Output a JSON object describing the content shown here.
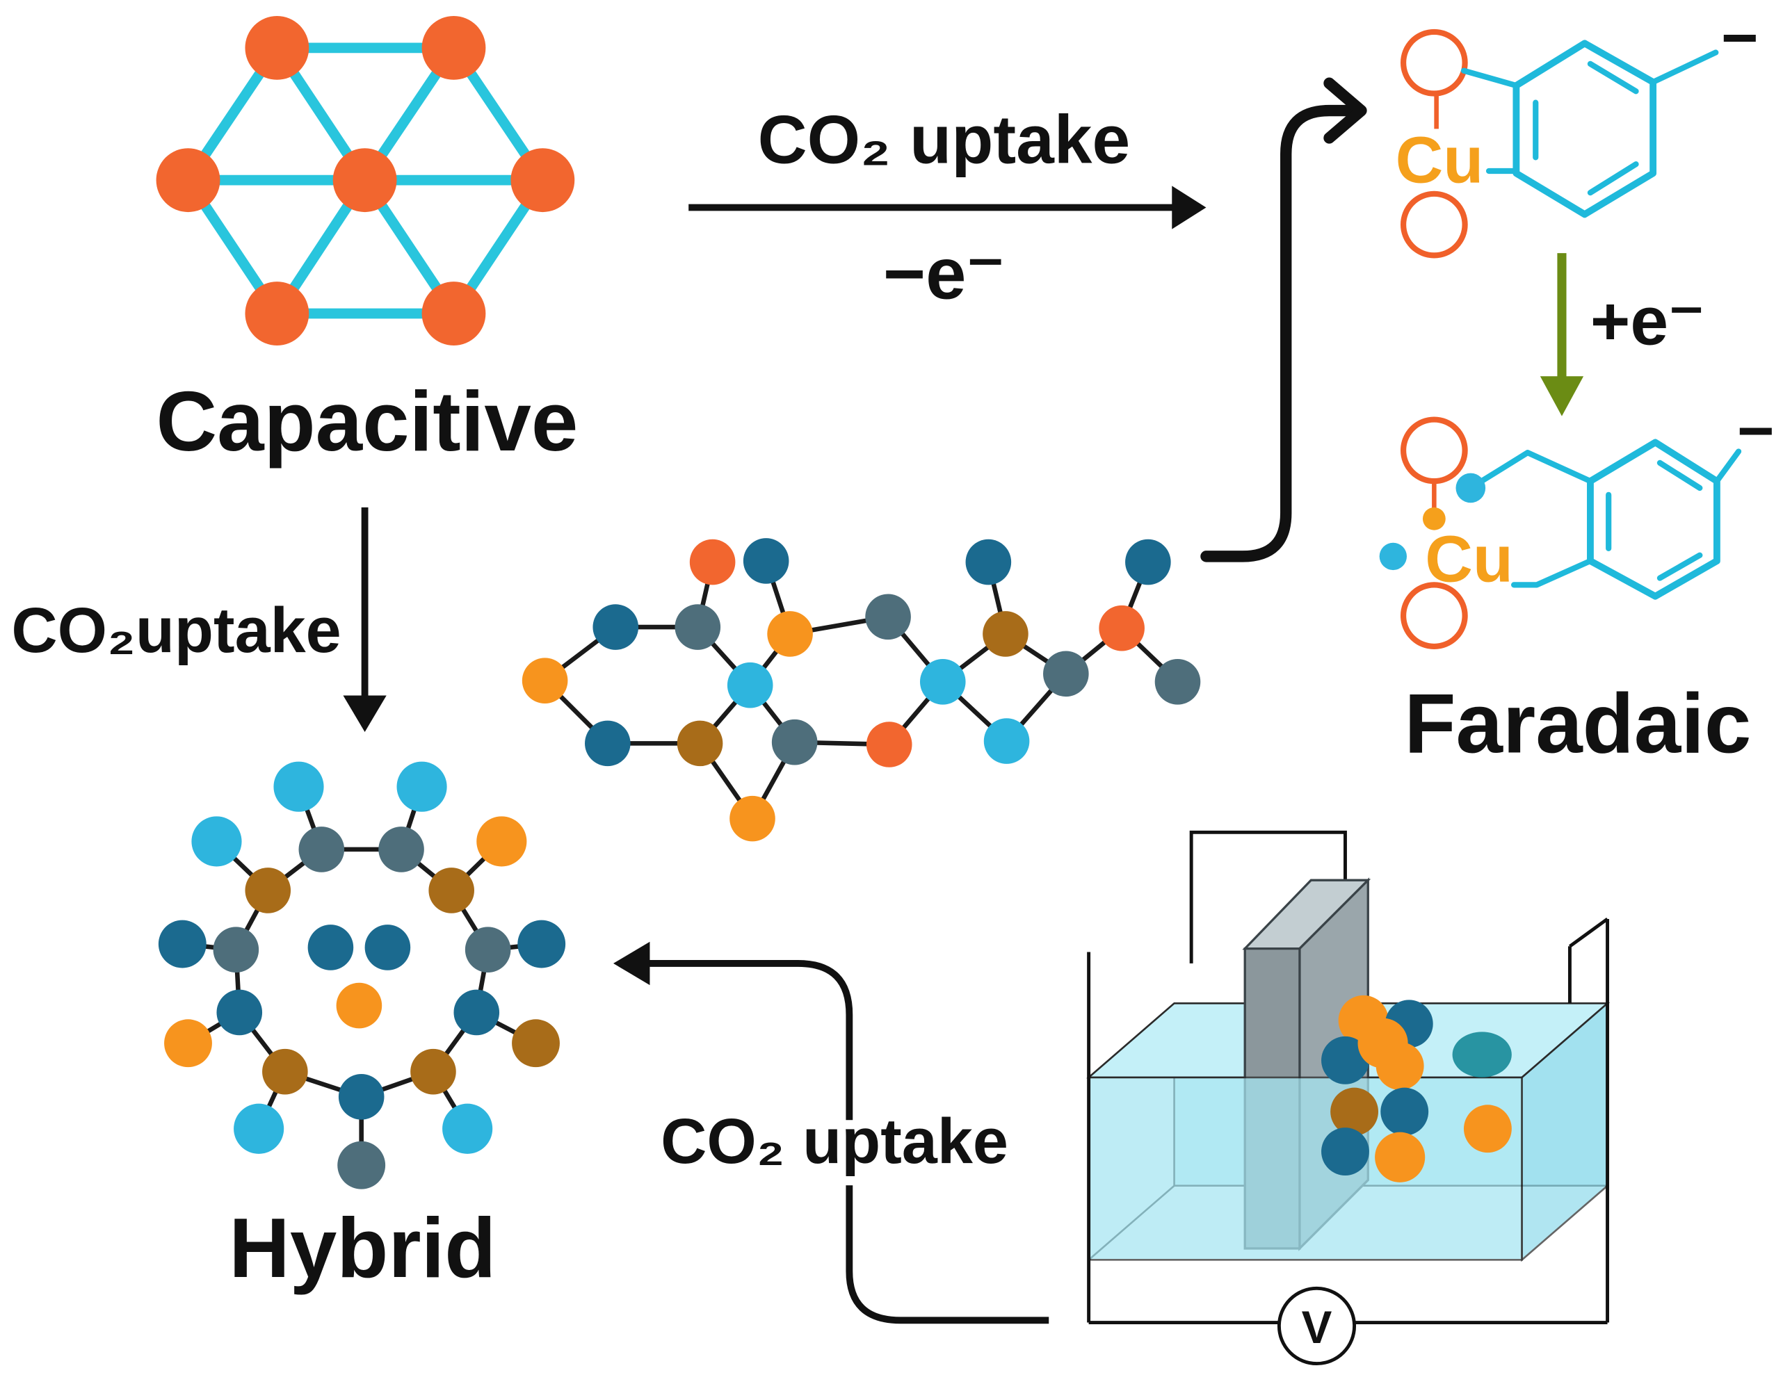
{
  "capacitive": {
    "label": "Capacitive"
  },
  "faradaic": {
    "label": "Faradaic",
    "oxidized_metal": "Cu",
    "reduced_metal": "Cu",
    "oxidized_charge": "−",
    "reduced_charge": "−",
    "reduction_label": "+e⁻"
  },
  "hybrid": {
    "label": "Hybrid"
  },
  "arrows": {
    "capacitive_to_faradaic": {
      "label": "CO₂ uptake",
      "sublabel": "−e⁻"
    },
    "capacitive_to_hybrid": {
      "label": "CO₂uptake"
    },
    "cell_to_hybrid": {
      "label": "CO₂ uptake"
    }
  },
  "cell": {
    "voltmeter_label": "V"
  },
  "colors": {
    "lattice_node": "#f2662f",
    "lattice_bond": "#29c5dd",
    "orange": "#f7941e",
    "red_orange": "#f2662f",
    "dark_blue": "#1b6a8f",
    "slate": "#4e6e7b",
    "brown": "#a86c19",
    "light_blue": "#2eb5de",
    "teal": "#178a98",
    "faradaic_bond": "#1fb9db",
    "copper": "#f5a01c",
    "ring_oxygen": "#f0602a",
    "reduction_arrow": "#6b8c14",
    "water_front": "#a6e6f2",
    "water_top": "#c4f0f8",
    "water_side": "#92dcec",
    "electrode_front": "#8b979c",
    "electrode_side": "#9aa6ab",
    "electrode_top": "#c3ced2"
  }
}
